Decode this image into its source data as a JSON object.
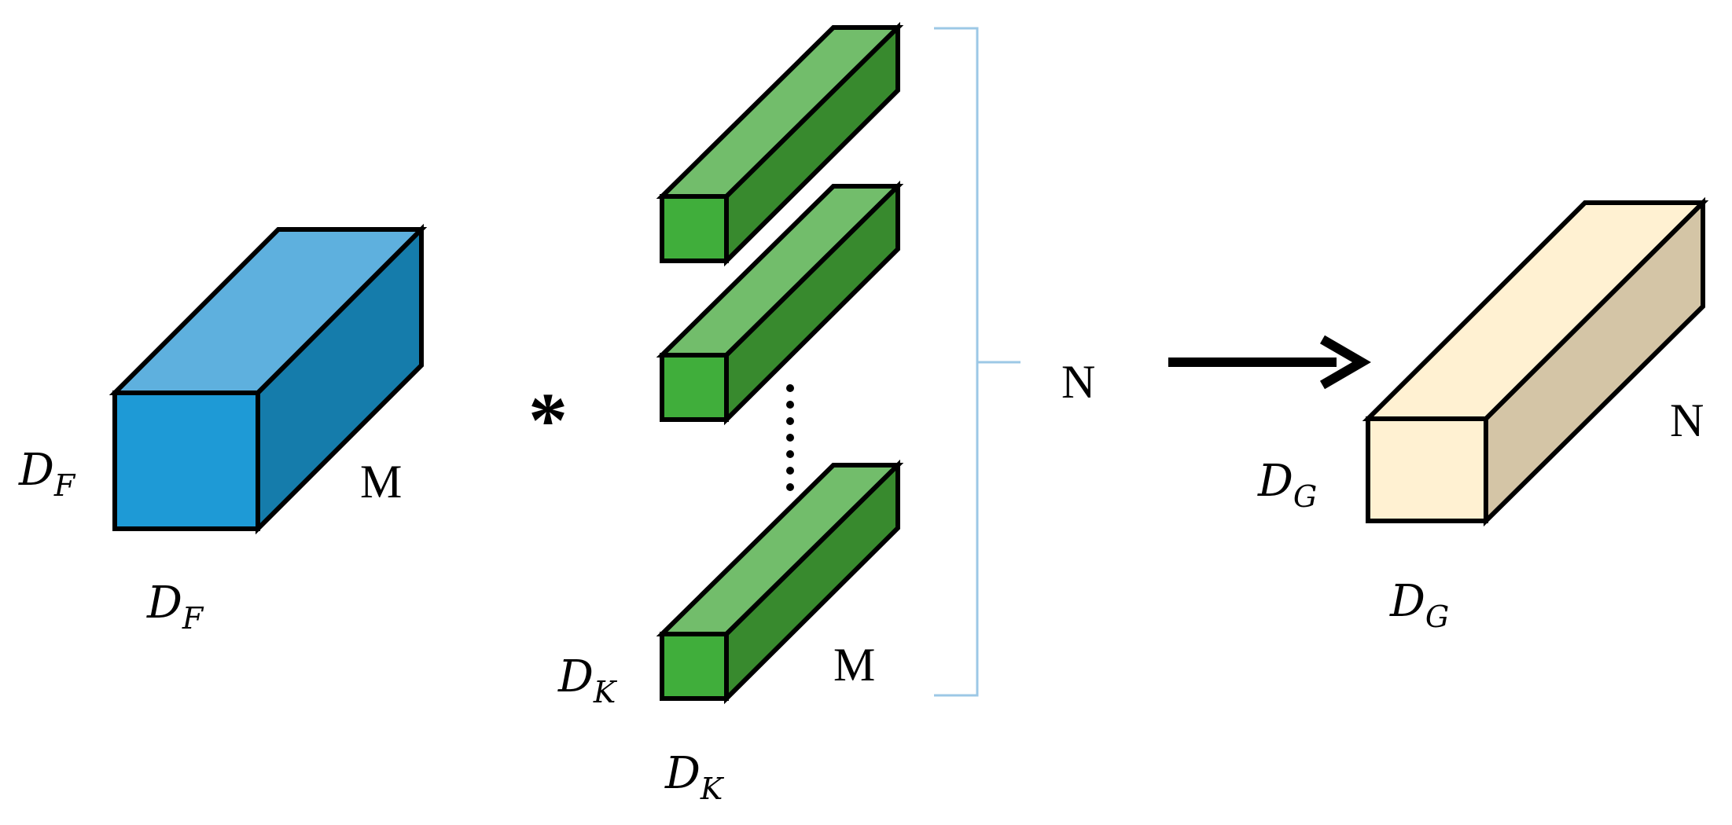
{
  "input": {
    "height_label": "D",
    "height_sub": "F",
    "width_label": "D",
    "width_sub": "F",
    "depth_label": "M",
    "colors": {
      "front": "#1e9ad6",
      "top": "#5eb0de",
      "side": "#157cab"
    }
  },
  "operator": "*",
  "kernels": {
    "count_label": "N",
    "ellipsis": "⋮",
    "height_label": "D",
    "height_sub": "K",
    "width_label": "D",
    "width_sub": "K",
    "depth_label": "M",
    "colors": {
      "front": "#40ae3b",
      "top": "#72bd6b",
      "side": "#388a2e"
    },
    "bracket_color": "#9cc8e6"
  },
  "arrow": "right-arrow",
  "output": {
    "height_label": "D",
    "height_sub": "G",
    "width_label": "D",
    "width_sub": "G",
    "depth_label": "N",
    "colors": {
      "front": "#fff1d2",
      "top": "#fff1d2",
      "side": "#d4c5a6"
    }
  }
}
